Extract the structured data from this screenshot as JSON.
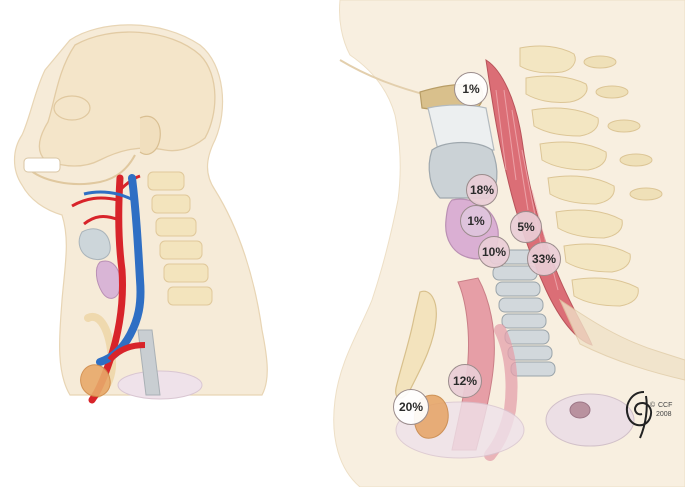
{
  "percentages": {
    "p_mandible": "1%",
    "p_larynx": "18%",
    "p_thyroid": "1%",
    "p_trachea": "10%",
    "p_muscle": "5%",
    "p_spine": "33%",
    "p_chest": "12%",
    "p_clavicle": "20%"
  },
  "signature": {
    "mark": "©",
    "org": "CCF",
    "year": "2008"
  },
  "colors": {
    "skin": "#f4e4c8",
    "bone": "#f2e6c4",
    "artery": "#d8242a",
    "vein": "#2f6fc4",
    "muscle": "#d9646e",
    "trachea": "#c6ccd0",
    "thyroid": "#c79ac4"
  }
}
